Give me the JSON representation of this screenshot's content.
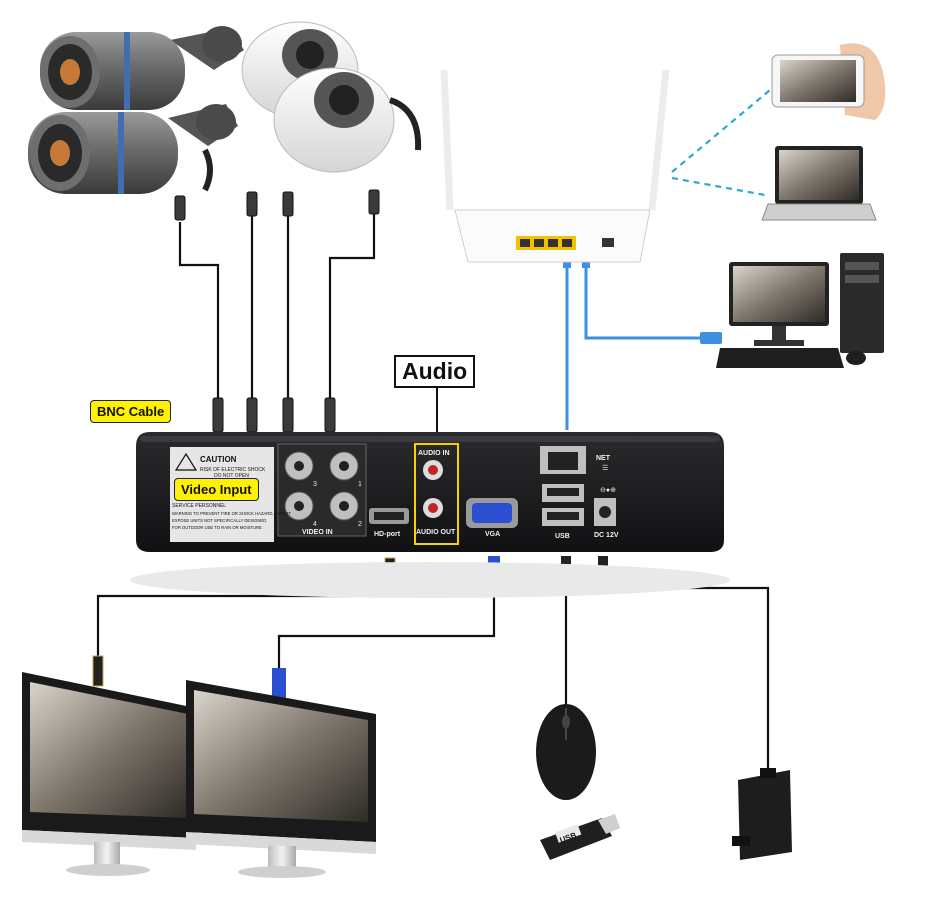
{
  "labels": {
    "bnc_cable": "BNC Cable",
    "video_input": "Video Input",
    "audio": "Audio"
  },
  "panel": {
    "caution_title": "CAUTION",
    "caution_line1": "RISK OF ELECTRIC SHOCK",
    "caution_line2": "DO NOT OPEN",
    "warn_line1": "SERVICE PERSONNEL",
    "warn_line2": "WARNING TO PREVENT FIRE OR SHOCK HAZARD, DO NOT",
    "warn_line3": "EXPOSE UNITS NOT SPECIFICALLY DESIGNED",
    "warn_line4": "FOR OUTDOOR USE TO RAIN OR MOISTURE",
    "video_in": "VIDEO IN",
    "ch1": "1",
    "ch2": "2",
    "ch3": "3",
    "ch4": "4",
    "hd_port": "HD-port",
    "audio_in": "AUDIO IN",
    "audio_out": "AUDIO OUT",
    "vga": "VGA",
    "usb": "USB",
    "net": "NET",
    "dc": "DC 12V"
  },
  "usb_stick_text": "USB",
  "colors": {
    "callout_fill": "#fff200",
    "audio_highlight": "#f5d300",
    "network_cable": "#3d8fe0",
    "wifi_link": "#2aa7d6",
    "dvr_body": "#1c1c1e"
  }
}
